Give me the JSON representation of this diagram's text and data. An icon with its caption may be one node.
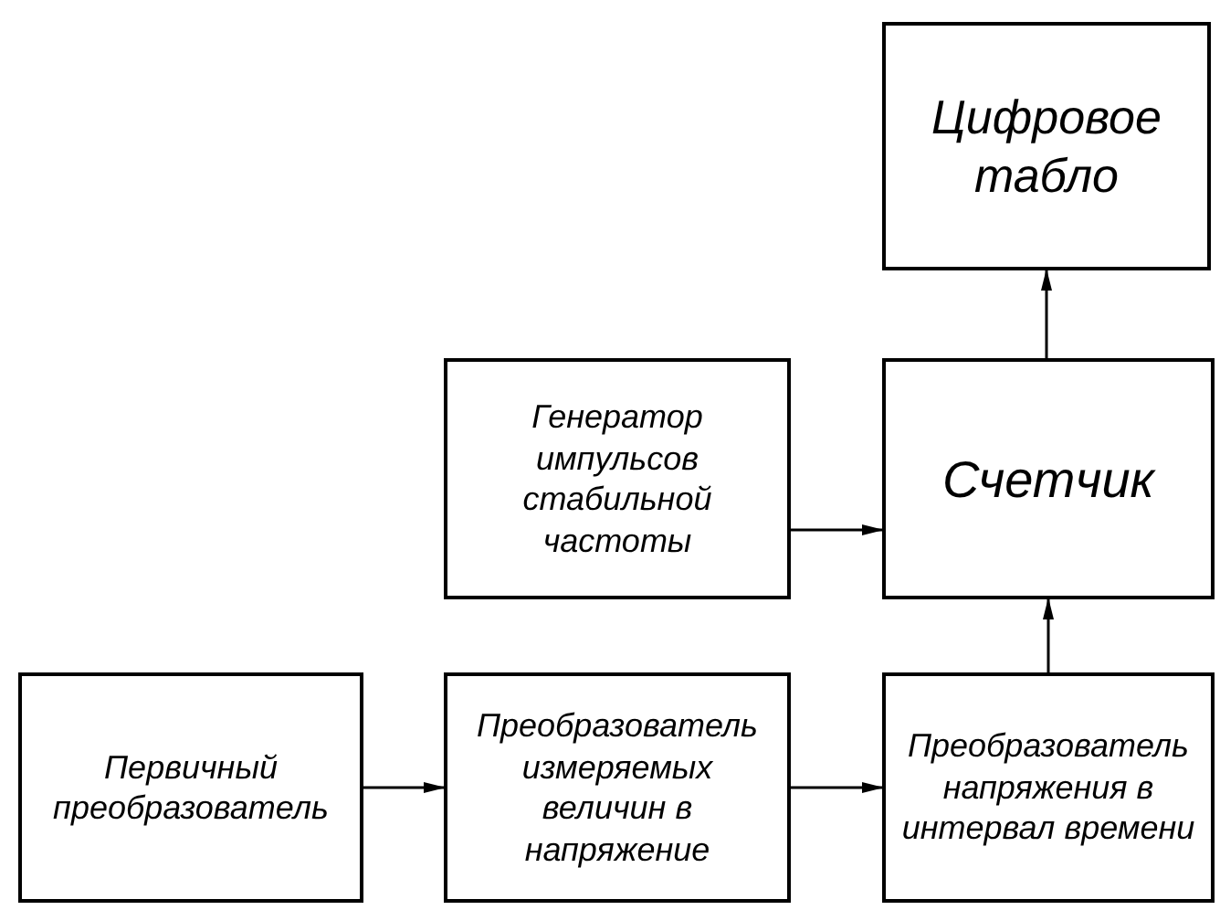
{
  "diagram": {
    "nodes": [
      {
        "text": [
          "Цифровое табло"
        ]
      },
      {
        "text": [
          "Генератор импульсов стабильной частоты"
        ]
      },
      {
        "text": [
          "Счетчик"
        ]
      },
      {
        "text": [
          "Первичный преобразователь"
        ]
      },
      {
        "text": [
          "Преобразователь измеряемых величин в напряжение"
        ]
      },
      {
        "text": [
          "Преобразователь напряжения в интервал времени"
        ]
      }
    ],
    "edges": [
      {
        "from": 3,
        "to": 4,
        "arrow": "to"
      },
      {
        "from": 4,
        "to": 5,
        "arrow": "to"
      },
      {
        "from": 1,
        "to": 2,
        "arrow": "to"
      },
      {
        "from": 5,
        "to": 2,
        "arrow": "to"
      },
      {
        "from": 2,
        "to": 0,
        "arrow": "to"
      }
    ]
  }
}
